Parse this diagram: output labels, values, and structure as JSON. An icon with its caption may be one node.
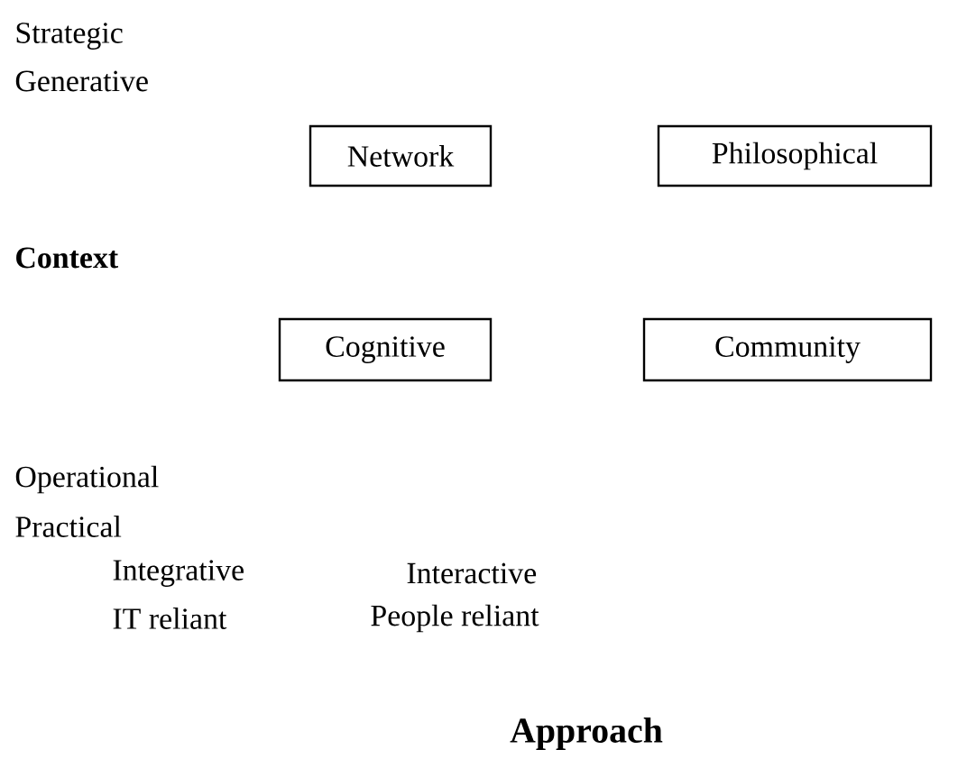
{
  "diagram": {
    "nodes": [
      {
        "text": [
          "Network"
        ]
      },
      {
        "text": [
          "Philosophical"
        ]
      },
      {
        "text": [
          "Cognitive"
        ]
      },
      {
        "text": [
          "Community"
        ]
      }
    ],
    "labels": [
      "Strategic",
      "Generative",
      "Context",
      "Operational",
      "Practical",
      "Integrative",
      "Interactive",
      "IT reliant",
      "People reliant",
      "Approach"
    ]
  }
}
